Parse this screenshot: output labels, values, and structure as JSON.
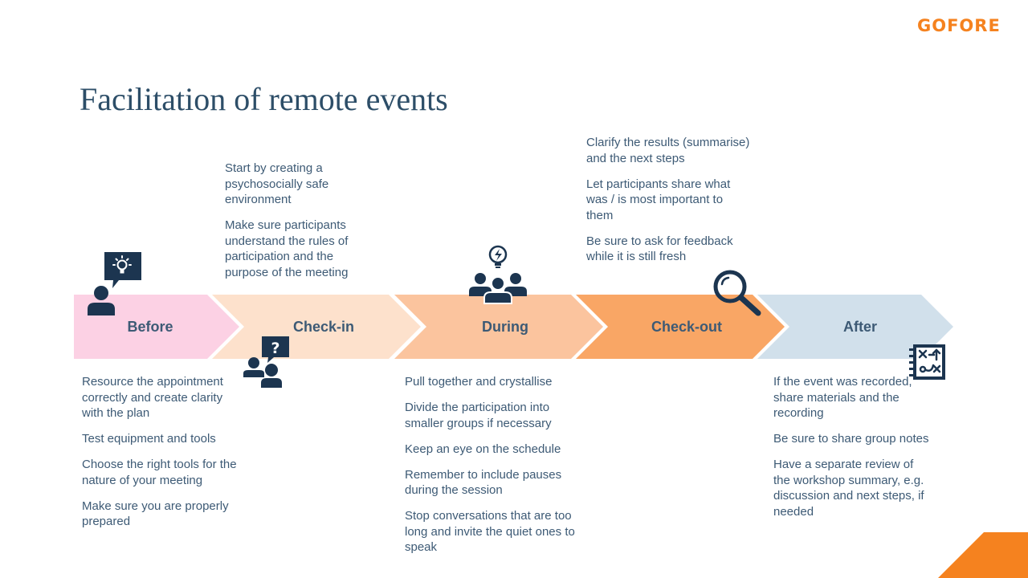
{
  "logo": "GOFORE",
  "title": "Facilitation of remote events",
  "stages": [
    {
      "label": "Before",
      "color": "#fcd1e4"
    },
    {
      "label": "Check-in",
      "color": "#fde1cc"
    },
    {
      "label": "During",
      "color": "#fbc49e"
    },
    {
      "label": "Check-out",
      "color": "#f9a665"
    },
    {
      "label": "After",
      "color": "#d1e0eb"
    }
  ],
  "notes": {
    "before": [
      "Resource the appointment correctly and create clarity with the plan",
      "Test equipment and tools",
      "Choose the right tools for the nature of your meeting",
      "Make sure you are properly prepared"
    ],
    "checkin": [
      "Start by creating a psychosocially safe environment",
      "Make sure participants understand the rules of participation and the purpose of the meeting"
    ],
    "during": [
      "Pull together and crystallise",
      "Divide the participation into smaller groups if necessary",
      "Keep an eye on the schedule",
      "Remember to include pauses during the session",
      "Stop conversations that are too long and invite the quiet ones to speak"
    ],
    "checkout": [
      "Clarify the results (summarise) and the next steps",
      "Let participants share what was / is most important to them",
      "Be sure to ask for feedback while it is still fresh"
    ],
    "after": [
      "If the event was recorded, share materials and the recording",
      "Be sure to share group notes",
      "Have a separate review of the workshop summary, e.g. discussion and next steps, if needed"
    ]
  },
  "icons": {
    "before": "person-with-idea-bubble-icon",
    "checkin": "people-question-icon",
    "during": "group-with-lightbulb-icon",
    "checkout": "magnifier-icon",
    "after": "strategy-board-icon"
  },
  "colors": {
    "text": "#3d5a75",
    "icon": "#1c3550",
    "brand": "#f5821f"
  }
}
